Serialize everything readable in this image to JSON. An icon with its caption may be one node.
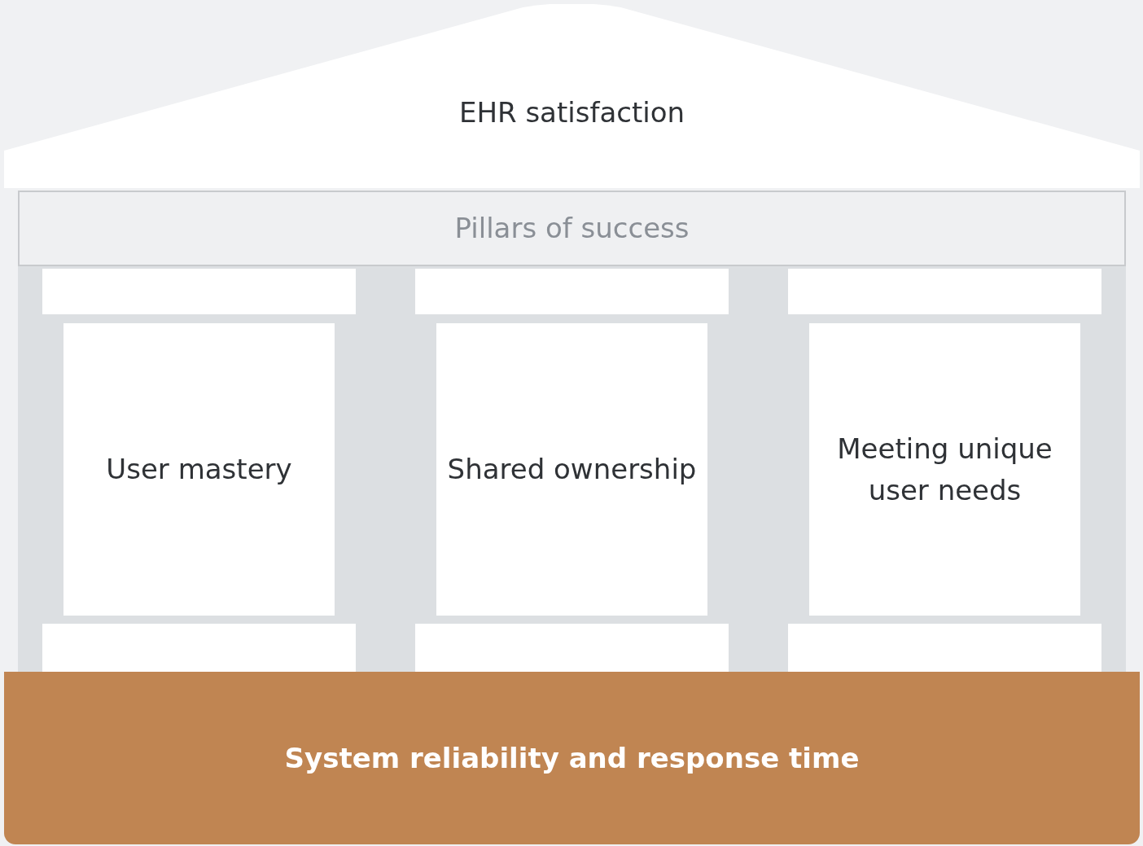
{
  "diagram": {
    "nodes": [
      {
        "text": [
          "EHR satisfaction"
        ]
      },
      {
        "text": [
          "Pillars of success"
        ]
      },
      {
        "text": [
          "User mastery"
        ]
      },
      {
        "text": [
          "Shared ownership"
        ]
      },
      {
        "text": [
          "Meeting unique user needs"
        ]
      },
      {
        "text": [
          "System reliability and response time"
        ]
      }
    ]
  }
}
